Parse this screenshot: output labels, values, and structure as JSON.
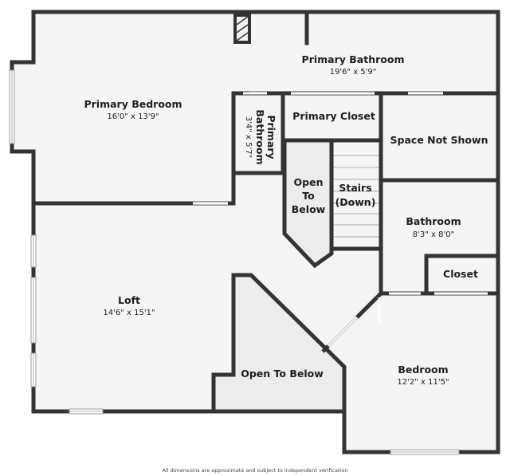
{
  "rooms": {
    "primary_bathroom": {
      "name": "Primary Bathroom",
      "dims": "19'6\" x 5'9\""
    },
    "primary_bedroom": {
      "name": "Primary Bedroom",
      "dims": "16'0\" x 13'9\""
    },
    "small_bath": {
      "name_line1": "Primary",
      "name_line2": "Bathroom",
      "dims": "3'4\" x 5'7\""
    },
    "primary_closet": {
      "name": "Primary Closet"
    },
    "space_not_shown": {
      "name": "Space Not Shown"
    },
    "open_to_below_1": {
      "line1": "Open",
      "line2": "To",
      "line3": "Below"
    },
    "stairs": {
      "line1": "Stairs",
      "line2": "(Down)"
    },
    "bathroom": {
      "name": "Bathroom",
      "dims": "8'3\" x 8'0\""
    },
    "closet": {
      "name": "Closet"
    },
    "loft": {
      "name": "Loft",
      "dims": "14'6\" x 15'1\""
    },
    "open_to_below_2": {
      "name": "Open To Below"
    },
    "bedroom": {
      "name": "Bedroom",
      "dims": "12'2\" x 11'5\""
    }
  },
  "footer": {
    "disclaimer": "All dimensions are approximate and subject to independent verification"
  },
  "colors": {
    "wall": "#333333",
    "floor": "#f5f5f5",
    "open_area": "#ececec"
  }
}
